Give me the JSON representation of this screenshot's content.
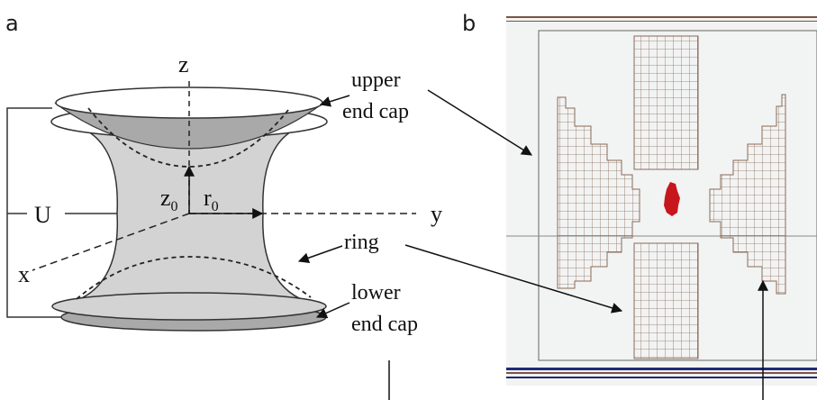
{
  "panel_a": {
    "letter": "a",
    "axes": {
      "z": "z",
      "y": "y",
      "x": "x"
    },
    "voltage_label": "U",
    "z0_label": "z",
    "z0_sub": "0",
    "r0_label": "r",
    "r0_sub": "0",
    "labels": {
      "upper_end_cap_line1": "upper",
      "upper_end_cap_line2": "end cap",
      "ring": "ring",
      "lower_end_cap_line1": "lower",
      "lower_end_cap_line2": "end cap"
    }
  },
  "panel_b": {
    "letter": "b",
    "colors": {
      "background": "#f2f3f3",
      "grid": "#8b6b57",
      "ion_cloud": "#c8161d",
      "top_rule": "#7a5648",
      "bottom_rule_blue": "#1f2a78"
    }
  }
}
